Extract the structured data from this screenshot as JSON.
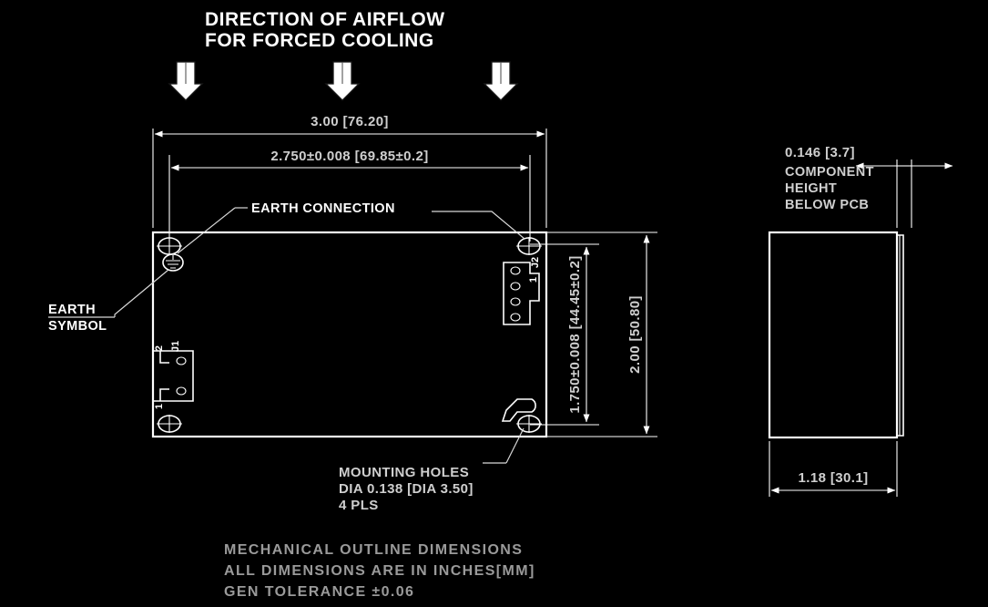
{
  "drawing": {
    "header": {
      "line1": "DIRECTION OF AIRFLOW",
      "line2": "FOR FORCED COOLING",
      "airflow_arrow_icon": "down-arrow"
    },
    "top_view": {
      "overall_width_dim": "3.00  [76.20]",
      "mounting_width_dim": "2.750±0.008  [69.85±0.2]",
      "overall_height_dim": "2.00  [50.80]",
      "mounting_height_dim": "1.750±0.008 [44.45±0.2]",
      "earth_connection_label": "EARTH CONNECTION",
      "earth_symbol_label": "EARTH SYMBOL",
      "connector_j1_label": "J1",
      "connector_j1_pin_top": "2",
      "connector_j1_pin_bottom": "1",
      "connector_j2_label": "J2",
      "connector_j2_pin_top": "1",
      "mounting_holes_note": {
        "line1": "MOUNTING HOLES",
        "line2": "DIA 0.138 [DIA 3.50]",
        "line3": "4 PLS"
      }
    },
    "side_view": {
      "component_height_dim": "0.146  [3.7]",
      "component_height_note_line1": "COMPONENT",
      "component_height_note_line2": "HEIGHT",
      "component_height_note_line3": "BELOW PCB",
      "depth_dim": "1.18  [30.1]"
    },
    "footer": {
      "line1": "MECHANICAL  OUTLINE  DIMENSIONS",
      "line2": "ALL  DIMENSIONS  ARE  IN  INCHES[MM]",
      "line3": "GEN  TOLERANCE  ±0.06"
    },
    "colors": {
      "background": "#000000",
      "line": "#ffffff",
      "footer_text": "#9a9a9a"
    }
  }
}
